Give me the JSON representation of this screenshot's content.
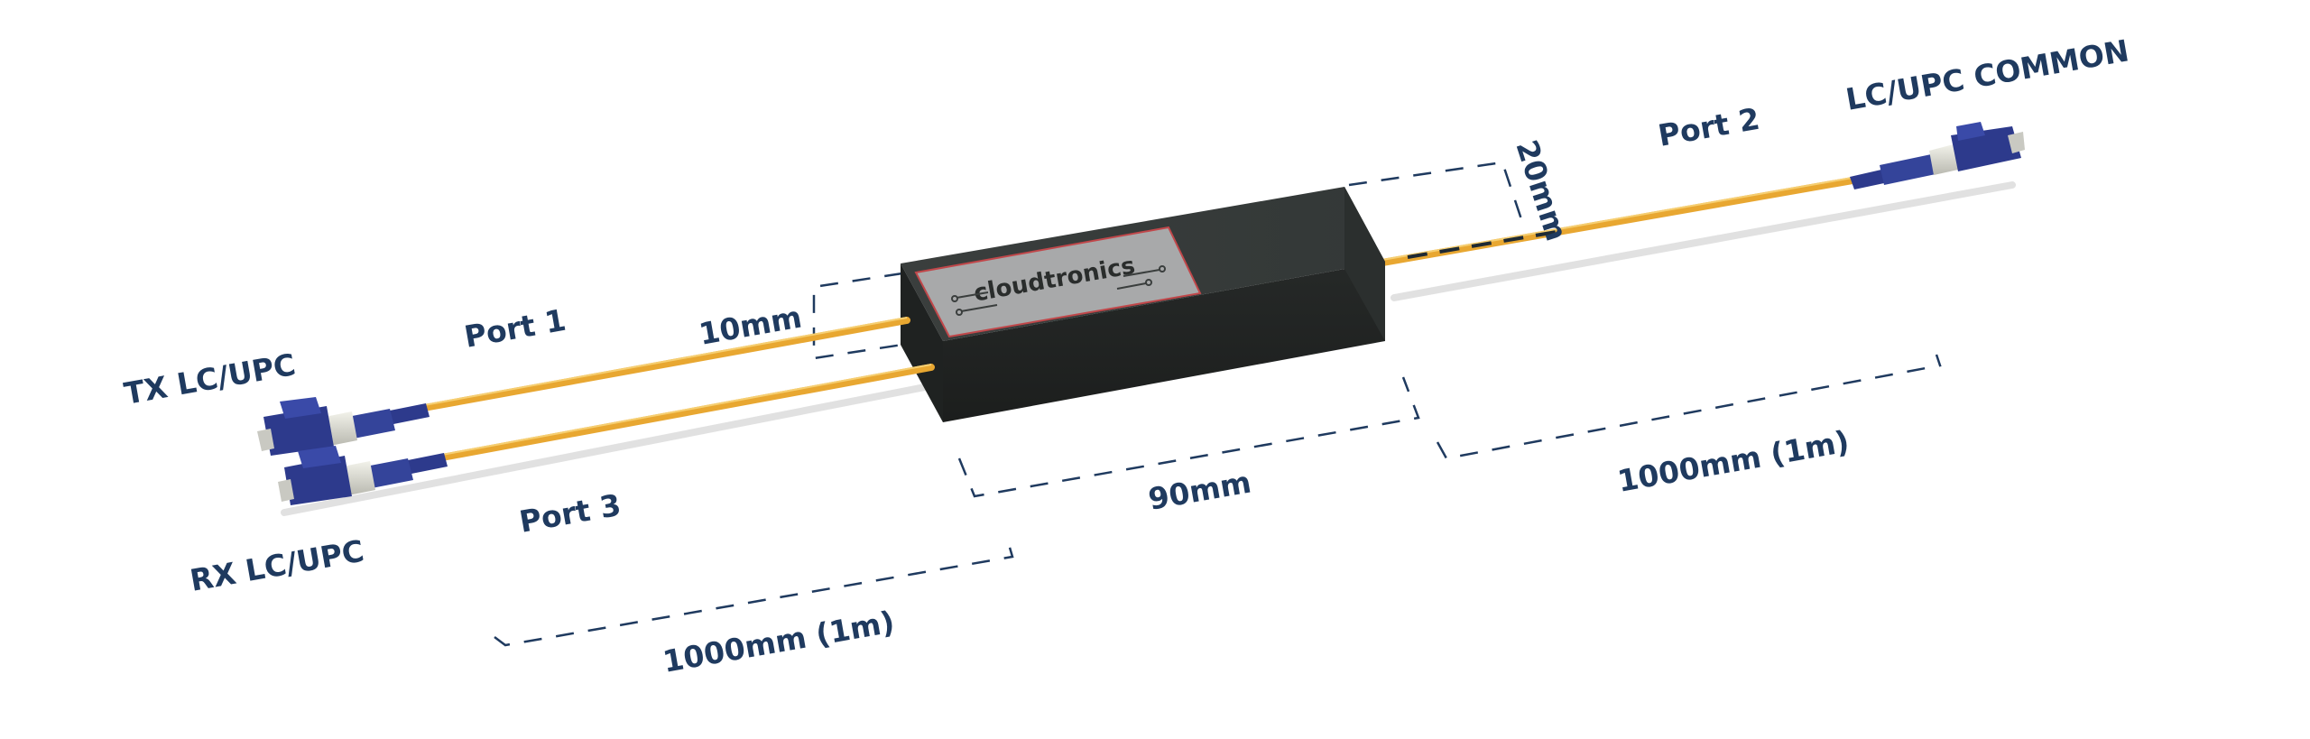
{
  "product": {
    "brand": "cloudtronics"
  },
  "ports": {
    "tx": {
      "label": "TX LC/UPC"
    },
    "rx": {
      "label": "RX LC/UPC"
    },
    "common": {
      "label": "LC/UPC COMMON"
    },
    "port1": "Port 1",
    "port2": "Port 2",
    "port3": "Port 3"
  },
  "dimensions": {
    "height": "10mm",
    "width": "20mm",
    "length": "90mm",
    "lead_left": "1000mm (1m)",
    "lead_right": "1000mm (1m)"
  },
  "colors": {
    "body": "#2a2d2c",
    "label_panel": "#a8a9aa",
    "fiber": "#e8a731",
    "connector": "#2d3a8c",
    "text": "#1f3a5f"
  }
}
